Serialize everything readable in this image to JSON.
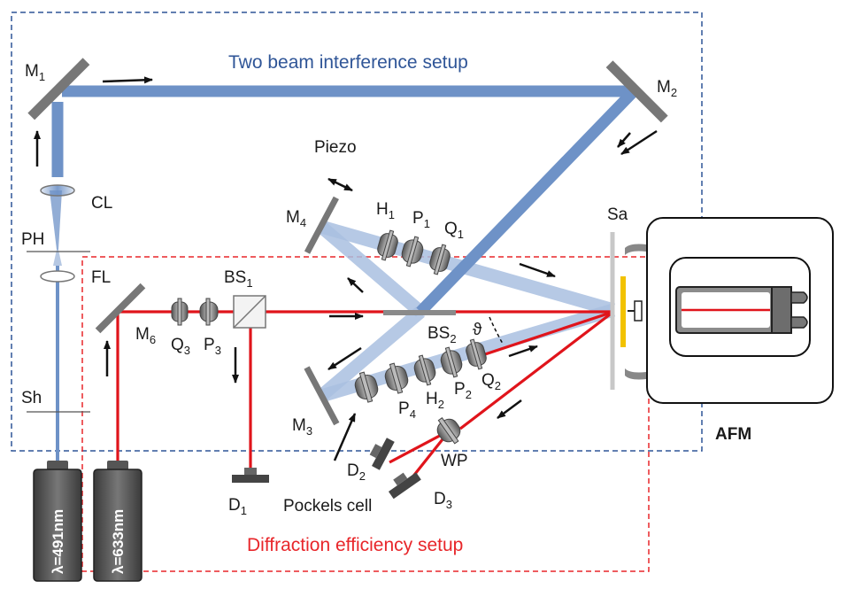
{
  "titles": {
    "top": "Two beam interference setup",
    "bottom": "Diffraction efficiency setup"
  },
  "labels": {
    "m1": {
      "base": "M",
      "sub": "1"
    },
    "m2": {
      "base": "M",
      "sub": "2"
    },
    "m3": {
      "base": "M",
      "sub": "3"
    },
    "m4": {
      "base": "M",
      "sub": "4"
    },
    "m6": {
      "base": "M",
      "sub": "6"
    },
    "cl": "CL",
    "ph": "PH",
    "fl": "FL",
    "sh": "Sh",
    "piezo": "Piezo",
    "h1": {
      "base": "H",
      "sub": "1"
    },
    "p1": {
      "base": "P",
      "sub": "1"
    },
    "q1": {
      "base": "Q",
      "sub": "1"
    },
    "bs1": {
      "base": "BS",
      "sub": "1"
    },
    "q3": {
      "base": "Q",
      "sub": "3"
    },
    "p3": {
      "base": "P",
      "sub": "3"
    },
    "bs2": {
      "base": "BS",
      "sub": "2"
    },
    "theta": "ϑ",
    "p4": {
      "base": "P",
      "sub": "4"
    },
    "h2": {
      "base": "H",
      "sub": "2"
    },
    "p2": {
      "base": "P",
      "sub": "2"
    },
    "q2": {
      "base": "Q",
      "sub": "2"
    },
    "d1": {
      "base": "D",
      "sub": "1"
    },
    "d2": {
      "base": "D",
      "sub": "2"
    },
    "d3": {
      "base": "D",
      "sub": "3"
    },
    "wp": "WP",
    "pockels": "Pockels cell",
    "sa": "Sa",
    "afm": "AFM",
    "laser_blue": "λ=491nm",
    "laser_red": "λ=633nm"
  },
  "colors": {
    "blue_beam": "#6e92c7",
    "blue_beam_light": "#a9c0e0",
    "red_beam": "#e0141b",
    "blue_box": "#2f5597",
    "red_box": "#e8262a",
    "sample": "#f2c200"
  }
}
